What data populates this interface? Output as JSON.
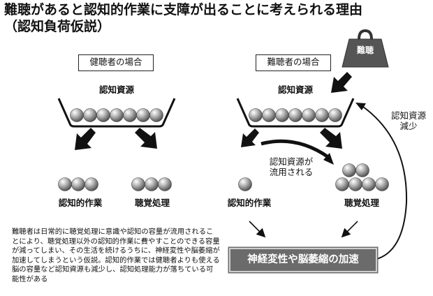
{
  "title": {
    "line1": "難聴があると認知的作業に支障が出ることに考えられる理由",
    "line2": "（認知負荷仮説）"
  },
  "left_panel": {
    "header": "健聴者の場合",
    "resource_label": "認知資源",
    "task_left": "認知的作業",
    "task_right": "聴覚処理"
  },
  "right_panel": {
    "header": "難聴者の場合",
    "resource_label": "認知資源",
    "weight_label": "難聴",
    "diverted_label_line1": "認知資源が",
    "diverted_label_line2": "流用される",
    "reduction_label_line1": "認知資源",
    "reduction_label_line2": "減少",
    "task_left": "認知的作業",
    "task_right": "聴覚処理",
    "result_banner": "神経変性や脳萎縮の加速"
  },
  "description": "難聴者は日常的に聴覚処理に意識や認知の容量が流用されることにより、聴覚処理以外の認知的作業に費やすことのできる容量が減ってしまい、その生活を続けるうちに、神経変性や脳萎縮が加速してしまうという仮説。認知的作業では健聴者よりも使える脳の容量など認知資源も減少し、認知処理能力が落ちている可能性がある",
  "colors": {
    "ink": "#111111",
    "banner_bg": "#6b6b6b",
    "weight_fill": "#555555"
  }
}
